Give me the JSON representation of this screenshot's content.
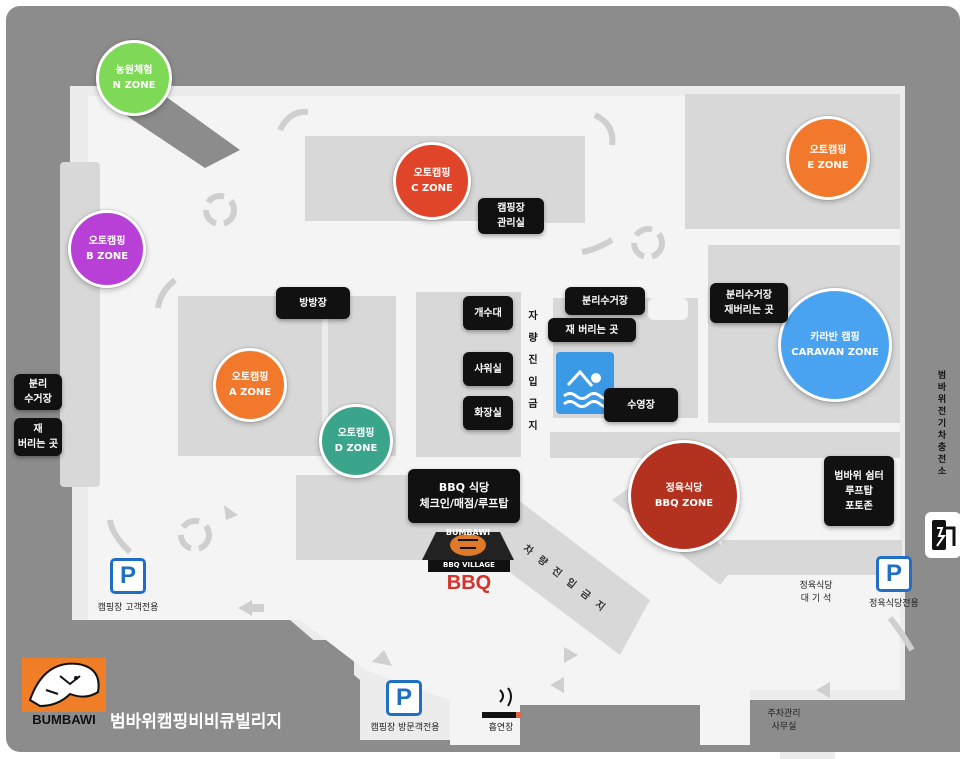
{
  "zones": {
    "n": {
      "line1": "농원체험",
      "line2": "N ZONE",
      "color": "#7ed957"
    },
    "c": {
      "line1": "오토캠핑",
      "line2": "C ZONE",
      "color": "#e0452a"
    },
    "e": {
      "line1": "오토캠핑",
      "line2": "E ZONE",
      "color": "#f2792b"
    },
    "b": {
      "line1": "오토캠핑",
      "line2": "B ZONE",
      "color": "#b940d6"
    },
    "a": {
      "line1": "오토캠핑",
      "line2": "A ZONE",
      "color": "#f2792b"
    },
    "d": {
      "line1": "오토캠핑",
      "line2": "D ZONE",
      "color": "#3aa58a"
    },
    "bbq": {
      "line1": "정육식당",
      "line2": "BBQ ZONE",
      "color": "#b3311f"
    },
    "caravan": {
      "line1": "카라반 캠핑",
      "line2": "CARAVAN ZONE",
      "color": "#4aa3f0"
    }
  },
  "tags": {
    "camp_office": {
      "line1": "캠핑장",
      "line2": "관리실"
    },
    "room": {
      "line1": "방방장"
    },
    "sink": {
      "line1": "개수대"
    },
    "shower": {
      "line1": "샤워실"
    },
    "toilet": {
      "line1": "화장실"
    },
    "recycle_top": {
      "line1": "분리수거장"
    },
    "trash_top": {
      "line1": "재 버리는 곳"
    },
    "pool": {
      "line1": "수영장"
    },
    "recycle_right": {
      "line1": "분리수거장",
      "line2": "재버리는 곳"
    },
    "recycle_left": {
      "line1": "분리",
      "line2": "수거장"
    },
    "trash_left": {
      "line1": "재",
      "line2": "버리는 곳"
    },
    "bbq_restaurant": {
      "line1": "BBQ 식당",
      "line2": "체크인/매점/루프탑"
    },
    "shelter": {
      "line1": "범바위 쉼터",
      "line2": "루프탑",
      "line3": "포토존"
    }
  },
  "vertical": {
    "no_entry": "자량진입금지",
    "no_entry_diag": "차량진입금지",
    "ev_charge": "범바위 전기차충전소"
  },
  "labels": {
    "parking_camp": "캠핑장 고객전용",
    "parking_visitor": "캠핑장 방문객전용",
    "parking_restaurant": "정육식당전용",
    "waiting_line1": "정육식당",
    "waiting_line2": "대 기 석",
    "smoking": "흡연장",
    "office_line1": "주차관리",
    "office_line2": "사무실",
    "parking_letter": "P"
  },
  "brand": {
    "logo_text": "BUMBAWI",
    "name": "범바위캠핑비비큐빌리지",
    "bbq_ribbon": "BUMBAWI",
    "bbq_sub": "BBQ VILLAGE",
    "bbq_big": "BBQ"
  },
  "colors": {
    "background": "#ffffff",
    "frame": "#8c8c8c",
    "road": "#e8e8e8",
    "block": "#d6d6d6",
    "arrow": "#cfcfcf",
    "parking_blue": "#1f6fc4",
    "pool_blue": "#3b9ae6"
  }
}
